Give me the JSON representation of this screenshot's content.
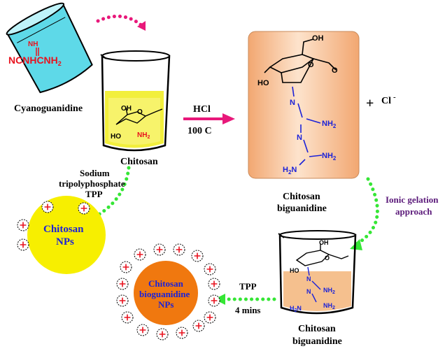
{
  "labels": {
    "cyanoguanidine_formula": "NCNHCNH",
    "cyanoguanidine_formula_sub": "2",
    "cyanoguanidine_nh": "NH",
    "cyanoguanidine": "Cyanoguanidine",
    "chitosan": "Chitosan",
    "hcl": "HCl",
    "temp": "100 C",
    "plus": "+",
    "chloride": "Cl",
    "chloride_charge": "-",
    "chitosan_biguanidine_line1": "Chitosan",
    "chitosan_biguanidine_line2": "biguanidine",
    "ionic_line1": "Ionic gelation",
    "ionic_line2": "approach",
    "sodium_line1": "Sodium",
    "sodium_line2": "tripolyphosphate",
    "sodium_line3": "TPP",
    "chitosan_nps_line1": "Chitosan",
    "chitosan_nps_line2": "NPs",
    "cbg_nps_line1": "Chitosan",
    "cbg_nps_line2": "bioguanidine",
    "cbg_nps_line3": "NPs",
    "tpp": "TPP",
    "time": "4 mins",
    "beaker_bottom_line1": "Chitosan",
    "beaker_bottom_line2": "biguanidine"
  },
  "chem": {
    "oh": "OH",
    "ho": "HO",
    "o": "O",
    "nh2": "NH",
    "sub2": "2",
    "n": "N",
    "h2n": "H",
    "h2n_sub": "2",
    "h2n_n": "N"
  },
  "colors": {
    "cyan_beaker": "#5ed9e8",
    "yellow_liquid": "#f2ef3c",
    "orange_box": "#f7b888",
    "orange_liquid": "#f5c08e",
    "chitosan_np": "#f7ef00",
    "cbg_np": "#f0780f",
    "magenta_arrow": "#e8187a",
    "green_arrow": "#35e635",
    "red_text": "#e8121e",
    "blue_text": "#1b22d8",
    "purple_text": "#5b1a7a"
  }
}
